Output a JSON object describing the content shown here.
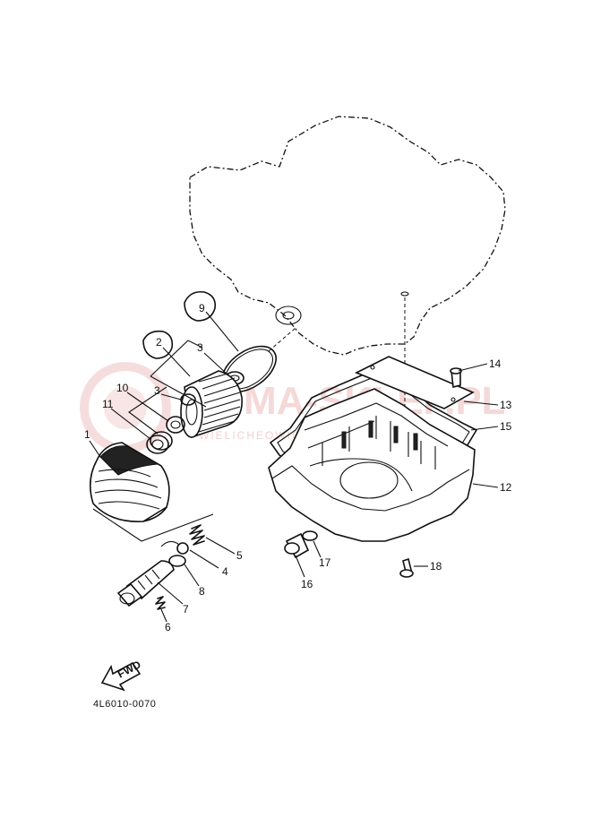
{
  "diagram": {
    "part_code": "4L6010-0070",
    "fwd_label": "FWD",
    "watermark": {
      "main": "MA-SKLEP.PL",
      "sub": "WIELICHEOWICE.PL"
    },
    "callouts": [
      {
        "id": "1",
        "text": "1"
      },
      {
        "id": "2",
        "text": "2"
      },
      {
        "id": "3a",
        "text": "3"
      },
      {
        "id": "3b",
        "text": "3"
      },
      {
        "id": "4",
        "text": "4"
      },
      {
        "id": "5",
        "text": "5"
      },
      {
        "id": "6",
        "text": "6"
      },
      {
        "id": "7",
        "text": "7"
      },
      {
        "id": "8",
        "text": "8"
      },
      {
        "id": "9",
        "text": "9"
      },
      {
        "id": "10",
        "text": "10"
      },
      {
        "id": "11",
        "text": "11"
      },
      {
        "id": "12",
        "text": "12"
      },
      {
        "id": "13",
        "text": "13"
      },
      {
        "id": "14",
        "text": "14"
      },
      {
        "id": "15",
        "text": "15"
      },
      {
        "id": "16",
        "text": "16"
      },
      {
        "id": "17",
        "text": "17"
      },
      {
        "id": "18",
        "text": "18"
      }
    ]
  }
}
